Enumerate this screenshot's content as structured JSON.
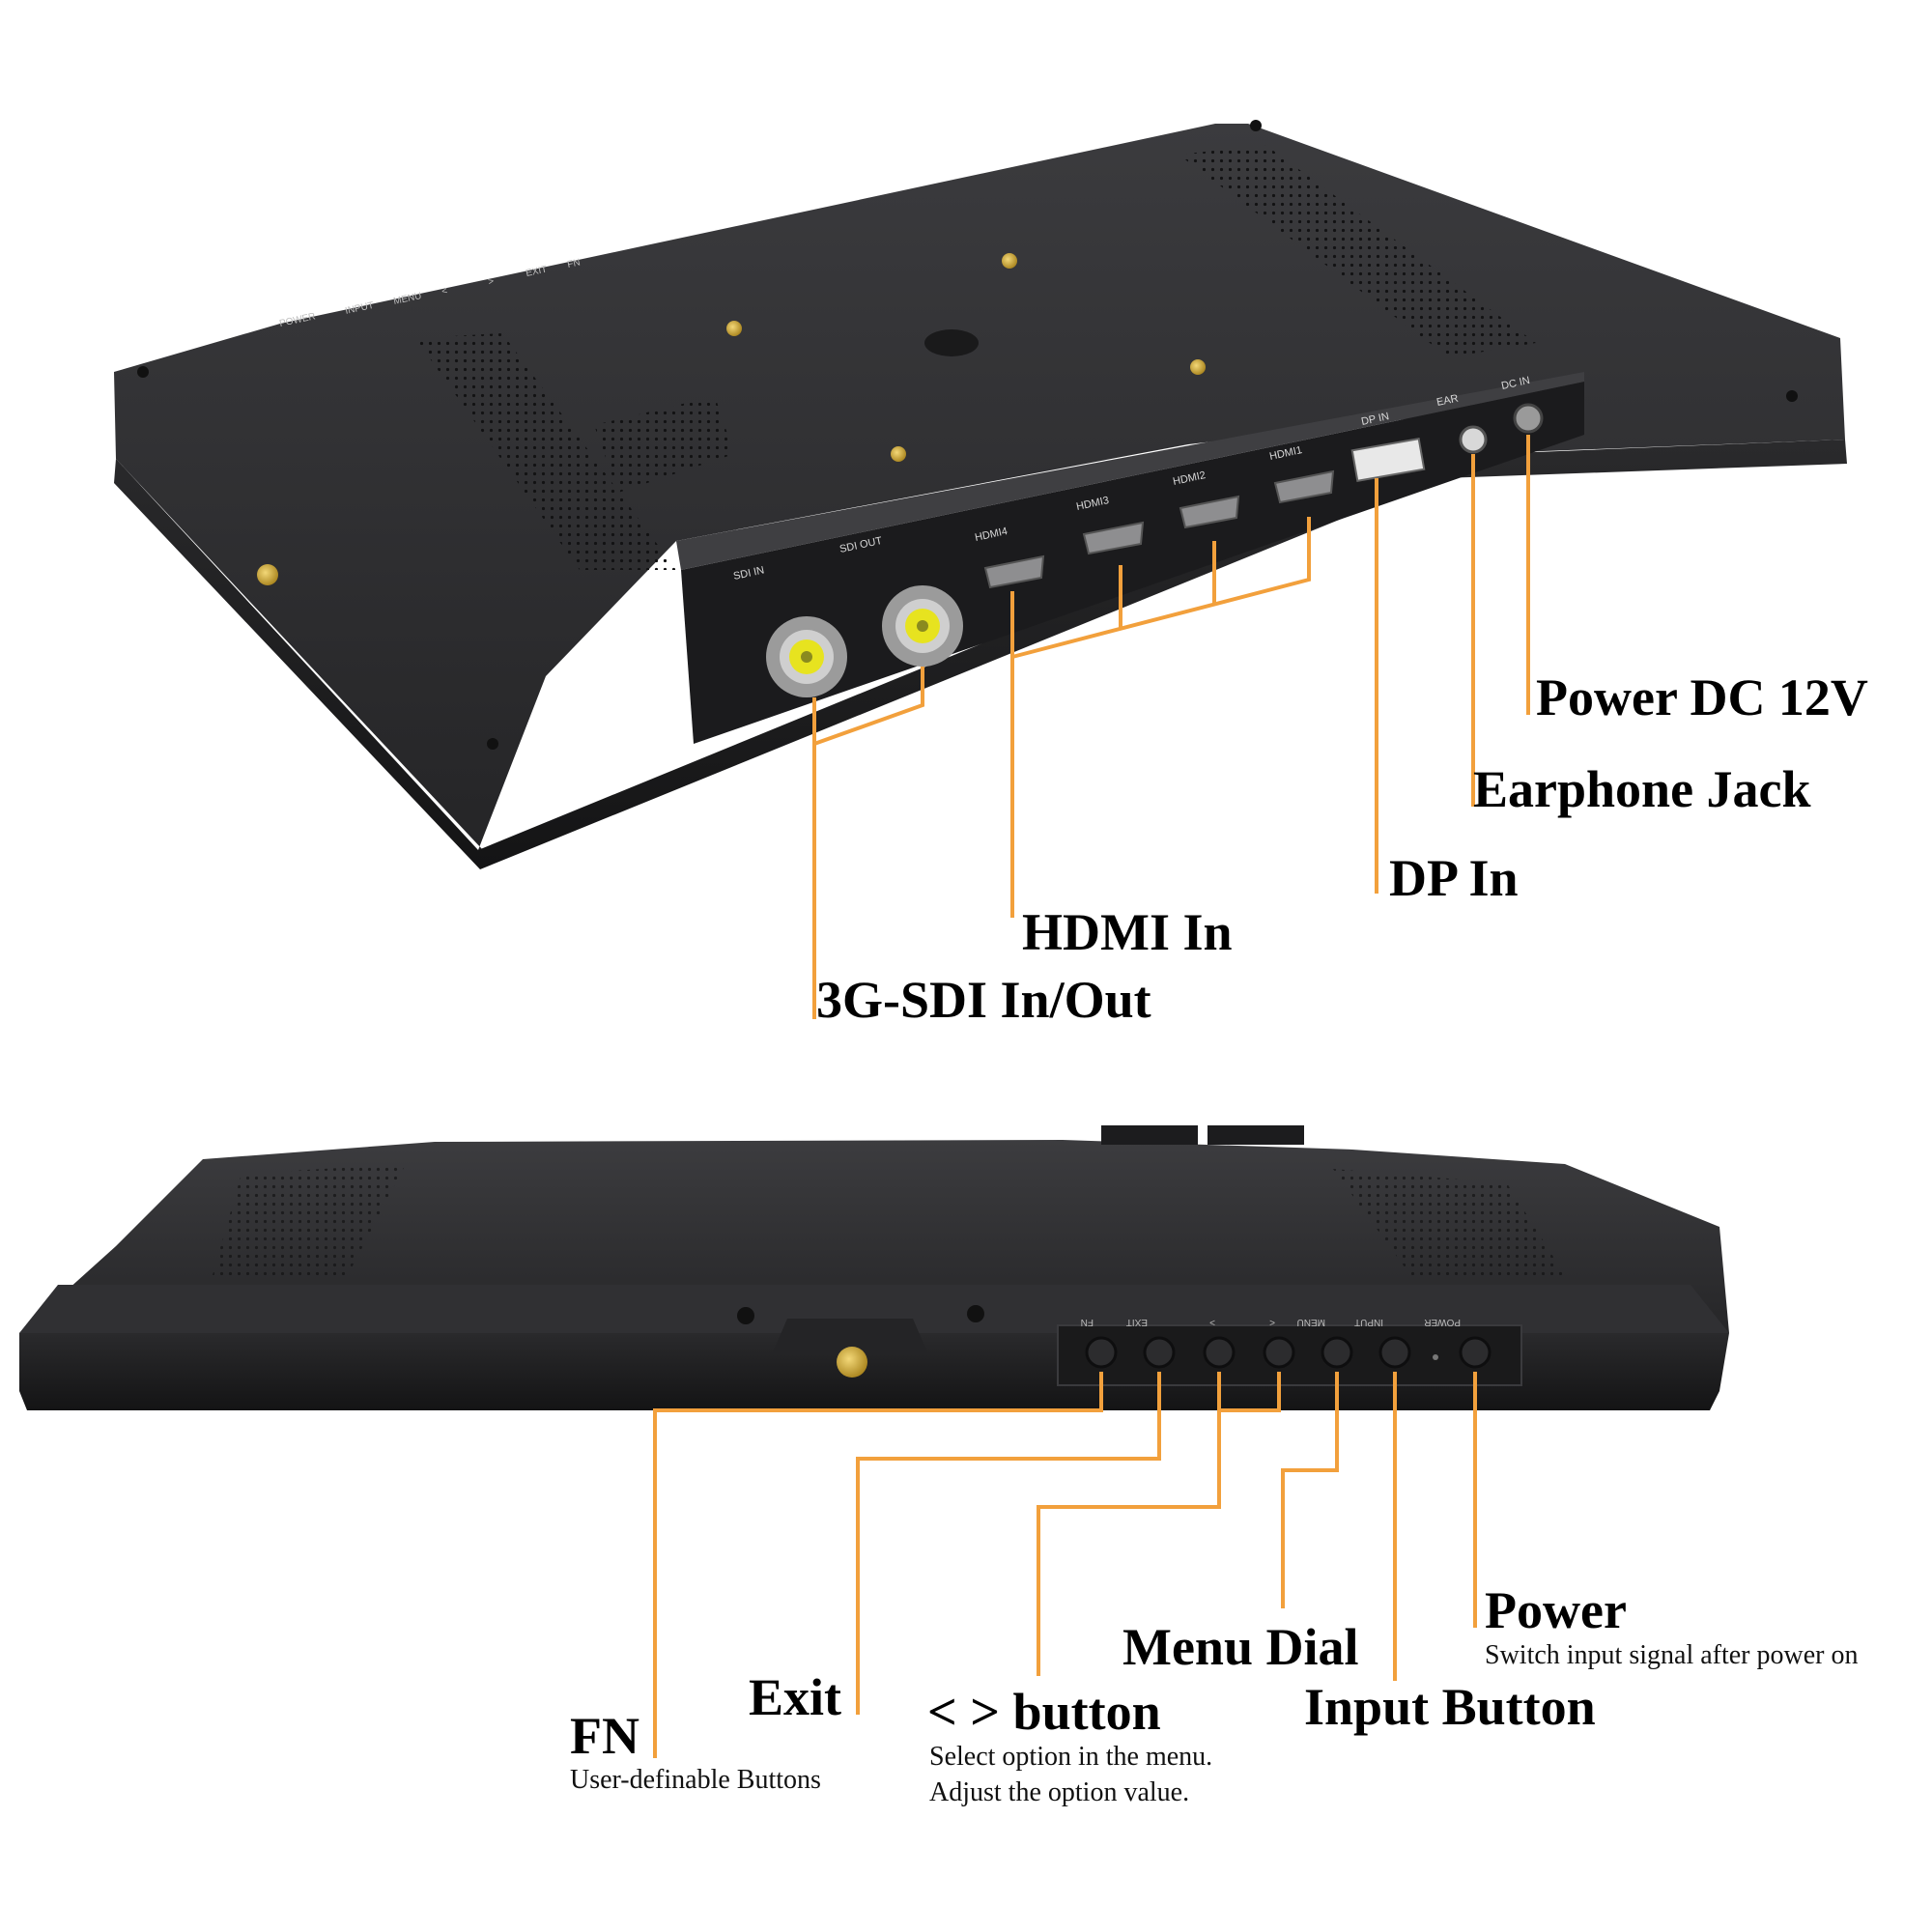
{
  "colors": {
    "accent": "#F2A03C",
    "body": "#2b2b2d",
    "body_dark": "#1c1c1e",
    "body_light": "#3a3a3d",
    "brass": "#C9A227",
    "bnc_yellow": "#E7E31F"
  },
  "top_view": {
    "port_labels": [
      "SDI IN",
      "SDI OUT",
      "HDMI4",
      "HDMI3",
      "HDMI2",
      "HDMI1",
      "DP IN",
      "EAR",
      "DC IN"
    ],
    "side_labels": [
      "POWER",
      "INPUT",
      "MENU",
      "<",
      ">",
      "EXIT",
      "FN"
    ],
    "callouts": {
      "power_dc": "Power DC 12V",
      "earphone": "Earphone Jack",
      "dp_in": "DP In",
      "hdmi_in": "HDMI In",
      "sdi": "3G-SDI In/Out"
    }
  },
  "bottom_view": {
    "button_labels": [
      "FN",
      "EXIT",
      ">",
      "<",
      "MENU",
      "INPUT",
      "POWER"
    ],
    "callouts": {
      "fn": "FN",
      "fn_desc": "User-definable Buttons",
      "exit": "Exit",
      "arrows": "< > button",
      "arrows_desc_1": "Select option in the menu.",
      "arrows_desc_2": "Adjust the option value.",
      "menu_dial": "Menu Dial",
      "input_button": "Input Button",
      "power": "Power",
      "power_desc": "Switch input signal after power on"
    }
  }
}
